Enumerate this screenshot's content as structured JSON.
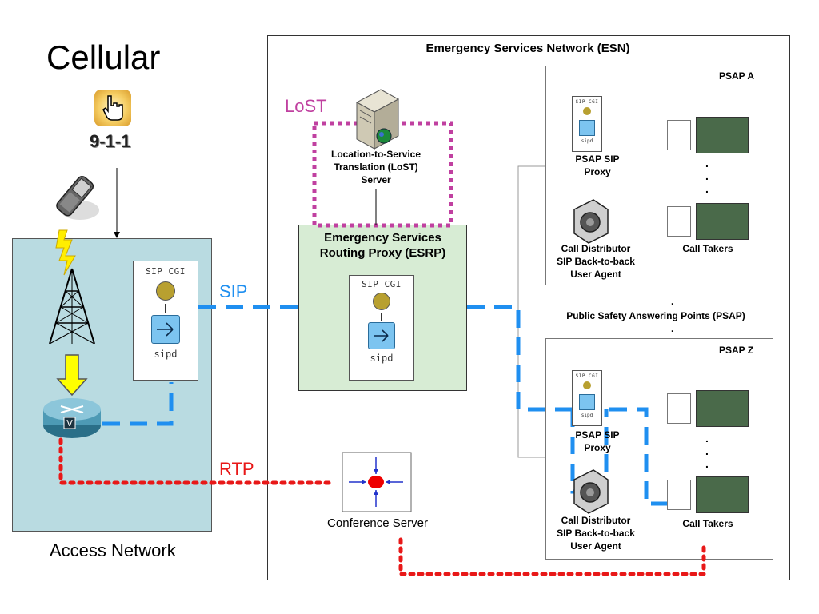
{
  "title": "Cellular",
  "dial_label": "9-1-1",
  "esn_title": "Emergency Services Network (ESN)",
  "lost_label": "LoST",
  "lost_server_label": [
    "Location-to-Service",
    "Translation (LoST)",
    "Server"
  ],
  "esrp_label": [
    "Emergency Services",
    "Routing Proxy (ESRP)"
  ],
  "sip_label": "SIP",
  "rtp_label": "RTP",
  "sip_card": {
    "top": "SIP CGI",
    "bottom": "sipd"
  },
  "access_network_label": "Access Network",
  "conference_server_label": "Conference Server",
  "psap_section_label": "Public Safety Answering Points (PSAP)",
  "dot": ".",
  "psap_a": {
    "title": "PSAP A",
    "proxy_label": [
      "PSAP SIP",
      "Proxy"
    ],
    "distributor_label": [
      "Call Distributor",
      "SIP Back-to-back",
      "User Agent"
    ],
    "call_takers_label": "Call Takers"
  },
  "psap_z": {
    "title": "PSAP Z",
    "proxy_label": [
      "PSAP SIP",
      "Proxy"
    ],
    "distributor_label": [
      "Call Distributor",
      "SIP Back-to-back",
      "User Agent"
    ],
    "call_takers_label": "Call Takers"
  },
  "colors": {
    "access_bg": "#b9dbe1",
    "esrp_bg": "#d7ecd4",
    "sip_line": "#1f8ff0",
    "rtp_line": "#e81818",
    "lost_line": "#c040a0",
    "sip_text": "#1f8ff0",
    "rtp_text": "#e81818",
    "lost_text": "#c040a0"
  }
}
